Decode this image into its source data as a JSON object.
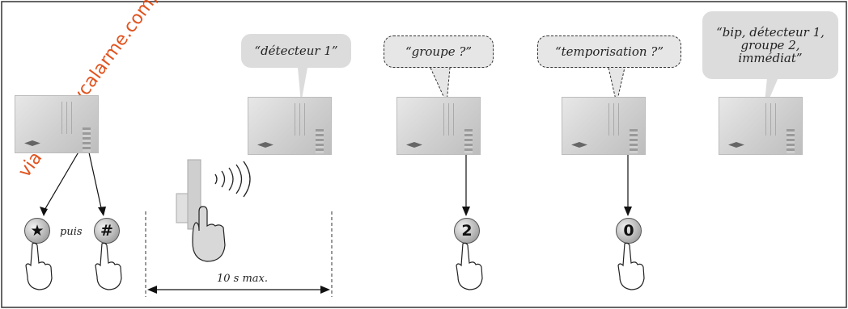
{
  "bubbles": [
    {
      "text": "“détecteur 1”",
      "style": "solid"
    },
    {
      "text": "“groupe ?”",
      "style": "dashed"
    },
    {
      "text": "“temporisation ?”",
      "style": "dashed"
    },
    {
      "text": "“bip, détecteur 1, groupe 2, immédiat”",
      "style": "solid"
    }
  ],
  "keys": {
    "star": "★",
    "hash": "#",
    "two": "2",
    "zero": "0"
  },
  "labels": {
    "puis": "puis",
    "duration": "10 s max."
  },
  "watermark": "via www.bvcalarme.com, de la docu"
}
